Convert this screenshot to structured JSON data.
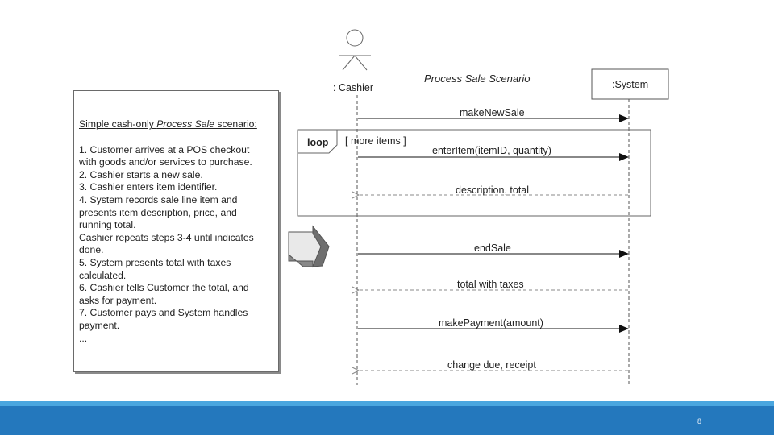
{
  "scenario": {
    "title_prefix": "Simple cash-only ",
    "title_italic": "Process Sale",
    "title_suffix": " scenario:",
    "lines": [
      "1. Customer arrives at a POS checkout",
      "with goods and/or services to purchase.",
      "2. Cashier starts a new sale.",
      "3. Cashier enters item identifier.",
      "4. System records sale line item and",
      "presents item description, price, and",
      "running total.",
      "Cashier repeats steps 3-4 until indicates",
      "done.",
      "5. System presents total with taxes",
      "calculated.",
      "6. Cashier tells Customer the total, and",
      "asks for payment.",
      "7. Customer pays and System handles",
      "payment.",
      "..."
    ]
  },
  "diagram": {
    "title": "Process Sale Scenario",
    "actor": ": Cashier",
    "system": ":System",
    "loop_label": "loop",
    "loop_guard": "[ more items ]",
    "messages": [
      {
        "label": "makeNewSale",
        "kind": "call"
      },
      {
        "label": "enterItem(itemID, quantity)",
        "kind": "call"
      },
      {
        "label": "description, total",
        "kind": "return"
      },
      {
        "label": "endSale",
        "kind": "call"
      },
      {
        "label": "total with taxes",
        "kind": "return"
      },
      {
        "label": "makePayment(amount)",
        "kind": "call"
      },
      {
        "label": "change due, receipt",
        "kind": "return"
      }
    ]
  },
  "footer": {
    "page_number": "8",
    "strip_color": "#4aa6df",
    "bar_color": "#2478bd"
  }
}
